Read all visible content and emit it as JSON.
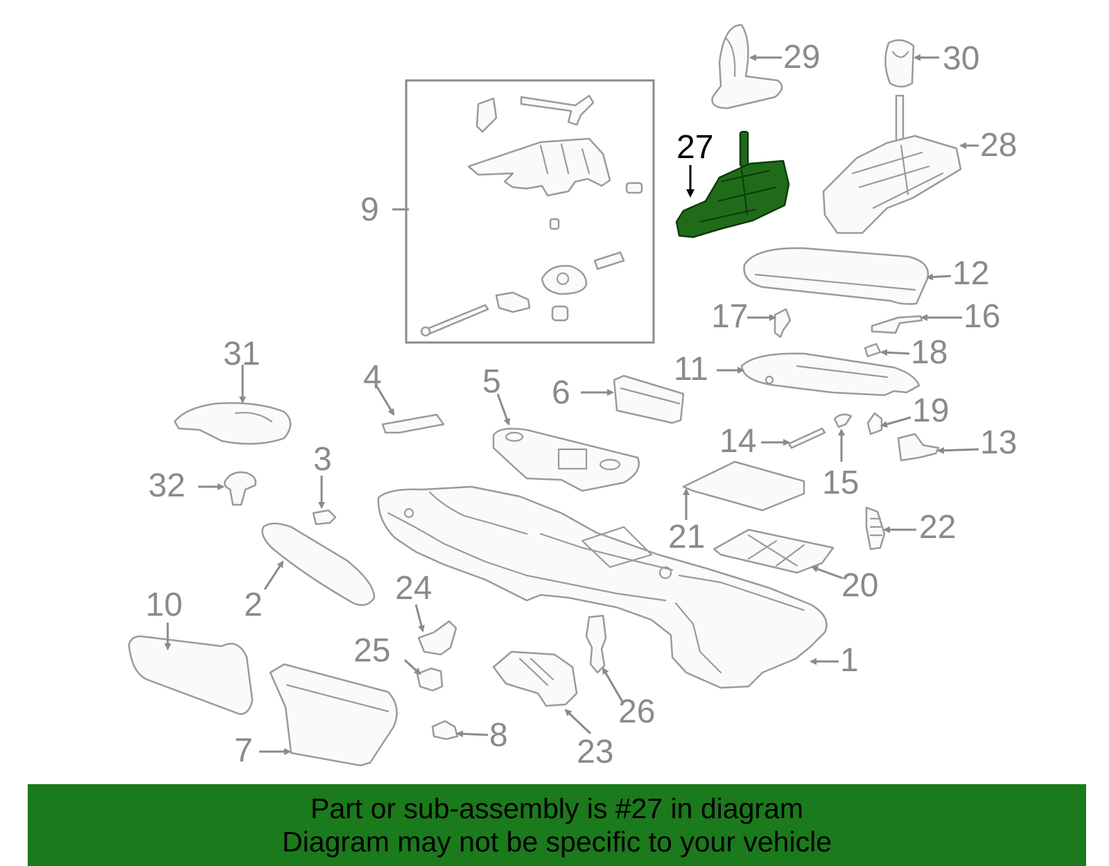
{
  "diagram": {
    "highlight_color": "#1b7a1b",
    "highlighted_part": "27",
    "callouts": [
      "1",
      "2",
      "3",
      "4",
      "5",
      "6",
      "7",
      "8",
      "9",
      "10",
      "11",
      "12",
      "13",
      "14",
      "15",
      "16",
      "17",
      "18",
      "19",
      "20",
      "21",
      "22",
      "23",
      "24",
      "25",
      "26",
      "27",
      "28",
      "29",
      "30",
      "31",
      "32"
    ]
  },
  "banner": {
    "line1": "Part or sub-assembly is #27 in diagram",
    "line2": "Diagram may not be specific to your vehicle"
  }
}
